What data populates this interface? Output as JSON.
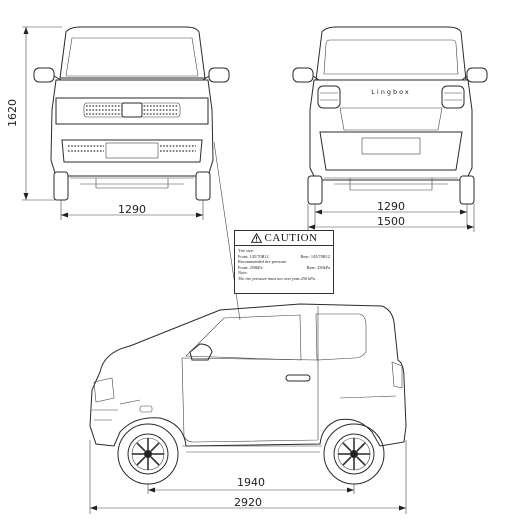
{
  "dimensions": {
    "height": "1620",
    "front_track": "1290",
    "rear_track": "1290",
    "overall_width": "1500",
    "wheelbase": "1940",
    "overall_length": "2920"
  },
  "rear_badge": "Lingbox",
  "caution": {
    "title": "CAUTION",
    "tire_size_label": "Tire size:",
    "front_tire": "Front: 145/70R12",
    "rear_tire": "Rear: 145/70R12",
    "pressure_label": "Recommended tire pressure:",
    "front_pressure": "Front: 250kPa",
    "rear_pressure": "Rear: 250kPa",
    "note_label": "Note:",
    "note_text": "The tire pressure must not over past 250 kPa"
  }
}
